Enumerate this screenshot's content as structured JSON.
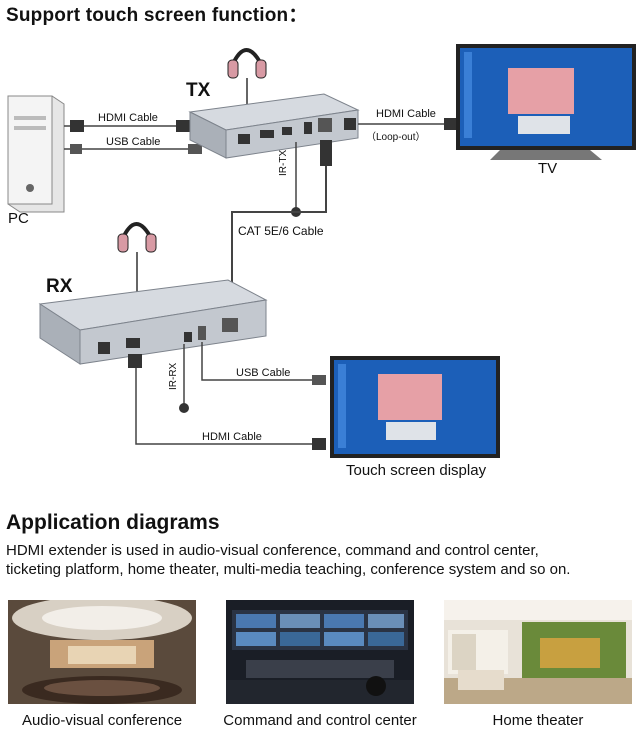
{
  "header": {
    "title": "Support touch screen function："
  },
  "diagram": {
    "pc_label": "PC",
    "tx_label": "TX",
    "rx_label": "RX",
    "tv_label": "TV",
    "display_label": "Touch screen display",
    "hdmi_cable_pc": "HDMI Cable",
    "usb_cable_pc": "USB Cable",
    "hdmi_cable_loop": "HDMI Cable",
    "loop_out": "（Loop-out）",
    "ir_tx": "IR-TX",
    "ir_rx": "IR-RX",
    "cat_cable": "CAT 5E/6 Cable",
    "usb_cable_rx": "USB Cable",
    "hdmi_cable_rx": "HDMI Cable"
  },
  "section": {
    "title": "Application diagrams",
    "description_line1": "HDMI extender is used in audio-visual conference, command and control center,",
    "description_line2": "ticketing platform, home theater, multi-media teaching, conference system and so on."
  },
  "applications": [
    {
      "caption": "Audio-visual conference",
      "icon": "conference-room-photo"
    },
    {
      "caption": "Command and control center",
      "icon": "control-room-photo"
    },
    {
      "caption": "Home theater",
      "icon": "home-theater-photo"
    }
  ],
  "colors": {
    "cable": "#4a4a4a",
    "device": "#b9bec6",
    "screen": "#1c5fb8",
    "headphone": "#d89aa4"
  }
}
